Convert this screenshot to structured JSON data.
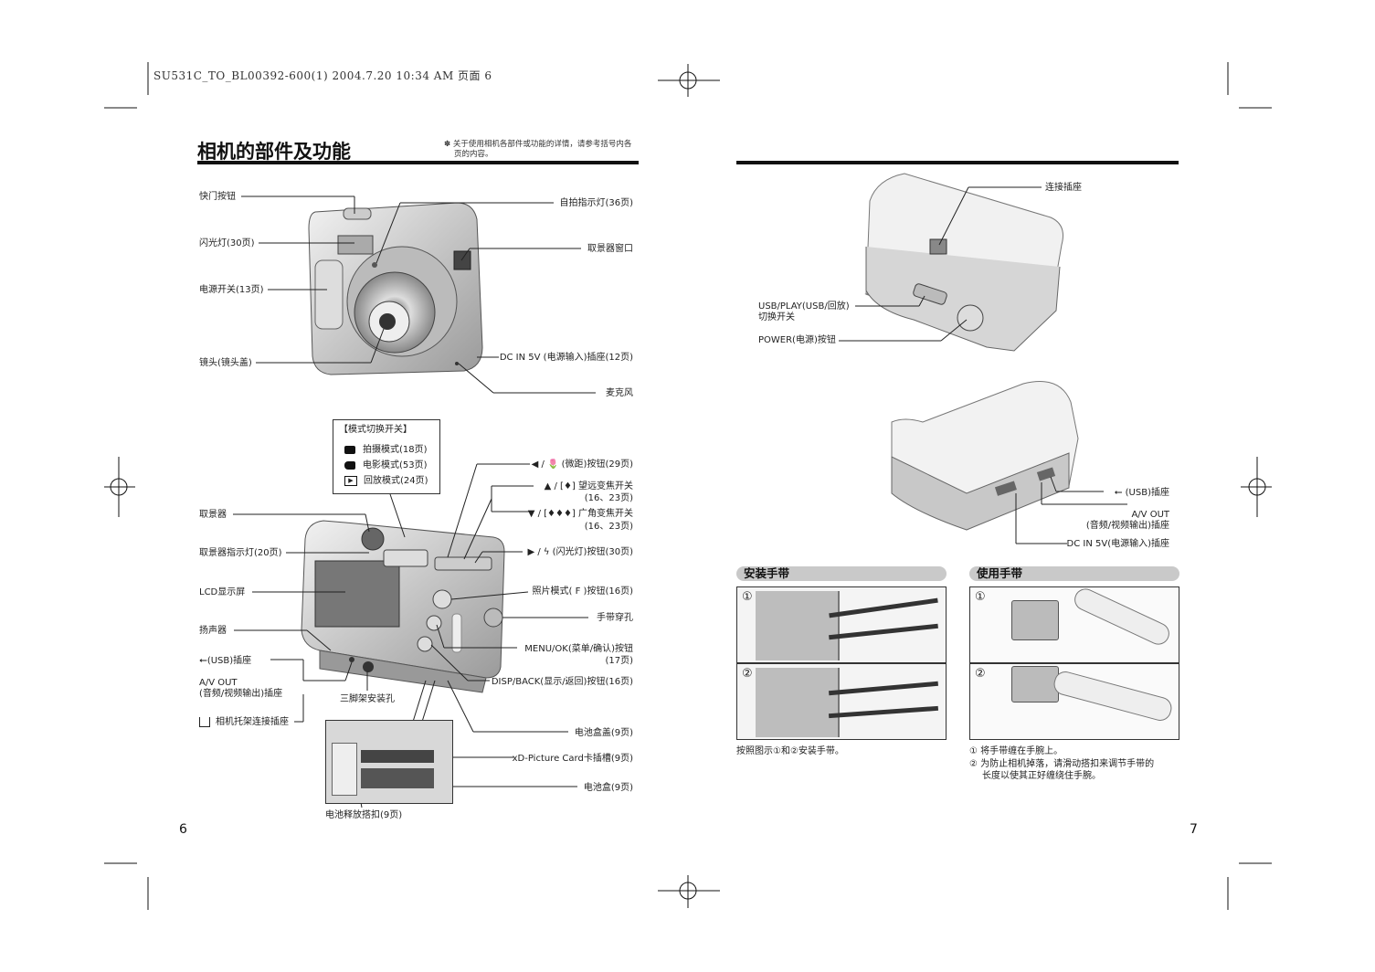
{
  "header": "SU531C_TO_BL00392-600(1)  2004.7.20  10:34 AM  页面 6",
  "left": {
    "title": "相机的部件及功能",
    "note_line1": "✽ 关于使用相机各部件或功能的详情，请参考括号内各",
    "note_line2": "页的内容。",
    "front_labels": {
      "shutter": "快门按钮",
      "flash": "闪光灯(30页)",
      "power": "电源开关(13页)",
      "lens": "镜头(镜头盖)",
      "self_timer": "自拍指示灯(36页)",
      "viewfinder_window": "取景器窗口",
      "dc_in": "DC IN 5V (电源输入)插座(12页)",
      "mic": "麦克风"
    },
    "mode_box": {
      "title": "【模式切换开关】",
      "items": [
        "拍摄模式(18页)",
        "电影模式(53页)",
        "回放模式(24页)"
      ]
    },
    "back_labels_left": {
      "viewfinder": "取景器",
      "vf_lamp": "取景器指示灯(20页)",
      "lcd": "LCD显示屏",
      "speaker": "扬声器",
      "usb": "(USB)插座",
      "av_out": "A/V OUT",
      "av_out_sub": "(音频/视频输出)插座",
      "cradle": "相机托架连接插座",
      "tripod": "三脚架安装孔"
    },
    "back_labels_right": {
      "macro": "◀ / 🌷 (微距)按钮(29页)",
      "tele": "▲ / [♦] 望远变焦开关",
      "tele_page": "(16、23页)",
      "wide": "▼ / [♦♦♦] 广角变焦开关",
      "wide_page": "(16、23页)",
      "flash_btn": "▶ / ϟ (闪光灯)按钮(30页)",
      "photo_mode": "照片模式( F )按钮(16页)",
      "strap": "手带穿孔",
      "menu_ok": "MENU/OK(菜单/确认)按钮",
      "menu_ok_page": "(17页)",
      "disp_back": "DISP/BACK(显示/返回)按钮(16页)",
      "battery_cover": "电池盒盖(9页)",
      "xd_slot": "xD-Picture Card卡插槽(9页)",
      "battery": "电池盒(9页)",
      "battery_latch": "电池释放搭扣(9页)"
    },
    "page_number": "6"
  },
  "right": {
    "cradle_top_labels": {
      "connector": "连接插座",
      "usb_play": "USB/PLAY(USB/回放)",
      "usb_play_sub": "切换开关",
      "power_btn": "POWER(电源)按钮"
    },
    "cradle_back_labels": {
      "usb": "(USB)插座",
      "av_out": "A/V OUT",
      "av_out_sub": "(音频/视频输出)插座",
      "dc_in": "DC IN 5V(电源输入)插座"
    },
    "install_strap": {
      "title": "安装手带",
      "step1": "①",
      "step2": "②",
      "caption": "按照图示①和②安装手带。"
    },
    "use_strap": {
      "title": "使用手带",
      "step1": "①",
      "step2": "②",
      "caption1": "① 将手带缠在手腕上。",
      "caption2a": "② 为防止相机掉落，请滑动搭扣来调节手带的",
      "caption2b": "长度以使其正好缠绕住手腕。"
    },
    "page_number": "7"
  }
}
